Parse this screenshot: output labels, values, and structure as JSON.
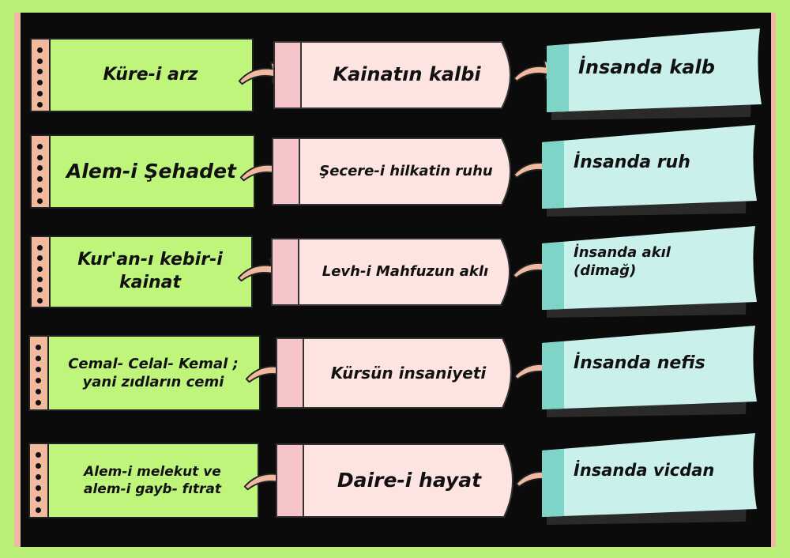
{
  "rows": [
    {
      "a": [
        "Küre-i arz"
      ],
      "b": "Kainatın kalbi",
      "c": [
        "İnsanda  kalb"
      ]
    },
    {
      "a": [
        "Alem-i Şehadet"
      ],
      "b": "Şecere-i  hilkatin ruhu",
      "c": [
        "İnsanda ruh"
      ]
    },
    {
      "a": [
        "Kur'an-ı kebir-i",
        "kainat"
      ],
      "b": "Levh-i Mahfuzun aklı",
      "c": [
        "İnsanda akıl",
        "(dimağ)"
      ]
    },
    {
      "a": [
        "Cemal- Celal- Kemal ;",
        "yani zıdların cemi"
      ],
      "b": "Kürsün insaniyeti",
      "c": [
        "İnsanda nefis"
      ]
    },
    {
      "a": [
        "Alem-i melekut ve",
        "alem-i gayb- fıtrat"
      ],
      "b": "Daire-i hayat",
      "c": [
        "İnsanda vicdan"
      ]
    }
  ],
  "colors": {
    "background": "#b8f07a",
    "board": "#0b0b0b",
    "note_green": "#bff57a",
    "note_pink": "#fde4e1",
    "pink_strip": "#f4c4c8",
    "note_teal": "#c9f0ea",
    "teal_strip": "#7fd4c8",
    "arrow": "#f0b9a0"
  }
}
